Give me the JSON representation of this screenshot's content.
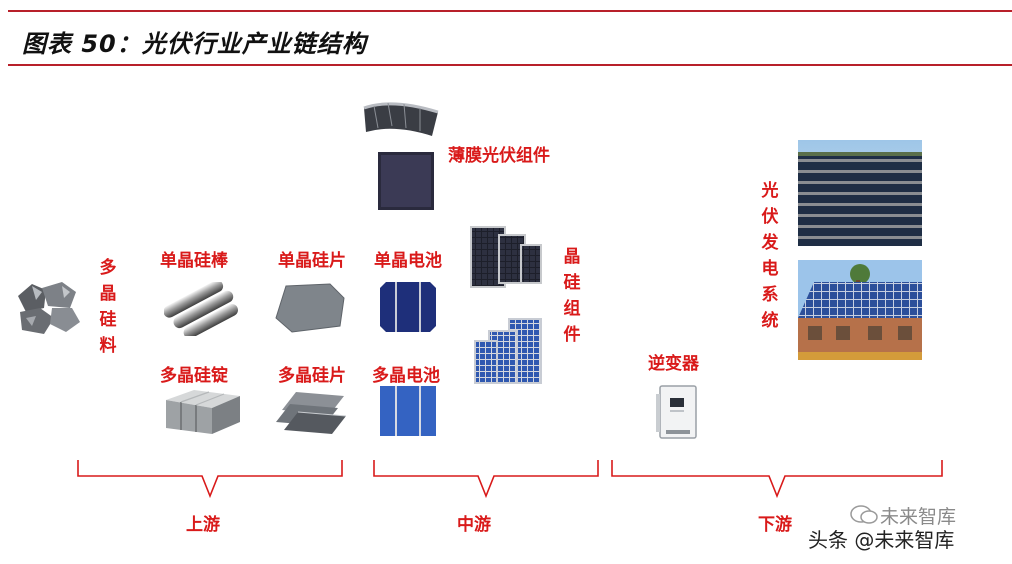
{
  "header": {
    "title": "图表 50：光伏行业产业链结构"
  },
  "materials": {
    "polysilicon_raw": "多晶硅料",
    "mono_rod": "单晶硅棒",
    "poly_ingot": "多晶硅锭",
    "mono_wafer": "单晶硅片",
    "poly_wafer": "多晶硅片",
    "mono_cell": "单晶电池",
    "poly_cell": "多晶电池",
    "thin_film_module": "薄膜光伏组件",
    "crystalline_module": "晶硅组件",
    "inverter": "逆变器",
    "pv_system": "光伏发电系统"
  },
  "stages": {
    "upstream": "上游",
    "midstream": "中游",
    "downstream": "下游"
  },
  "watermark": {
    "main": "头条 @未来智库",
    "faded": "未来智库"
  },
  "colors": {
    "accent": "#d91a1a",
    "rule": "#b8202a"
  }
}
